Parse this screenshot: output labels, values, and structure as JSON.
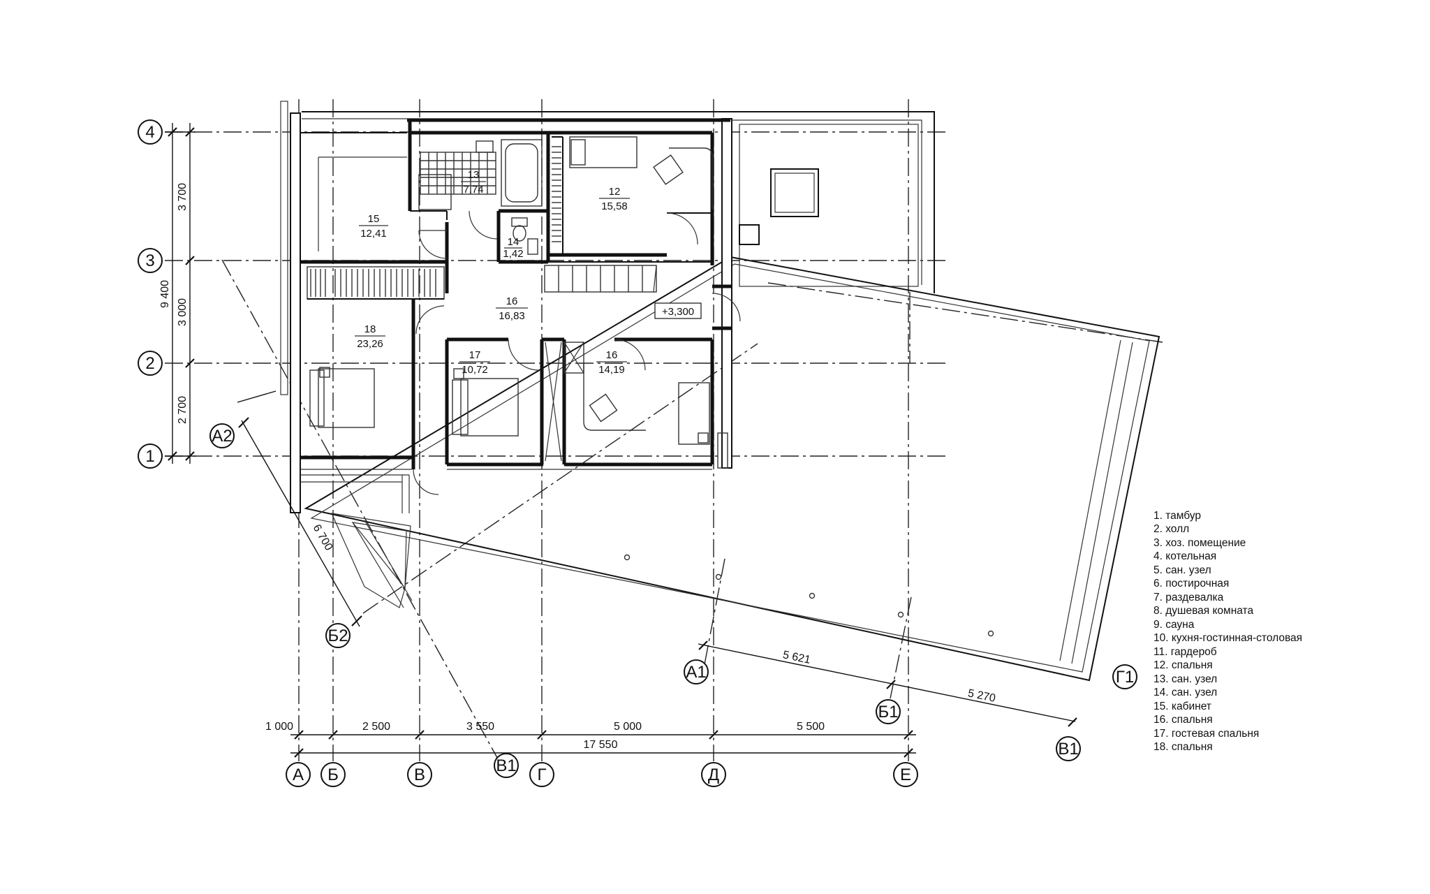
{
  "axes": {
    "rows": [
      {
        "label": "4"
      },
      {
        "label": "3"
      },
      {
        "label": "2"
      },
      {
        "label": "1"
      }
    ],
    "columns": [
      {
        "label": "А"
      },
      {
        "label": "Б"
      },
      {
        "label": "В"
      },
      {
        "label": "В1"
      },
      {
        "label": "Г"
      },
      {
        "label": "Д"
      },
      {
        "label": "Е"
      }
    ],
    "skewed": [
      {
        "label": "А2"
      },
      {
        "label": "Б2"
      },
      {
        "label": "А1"
      },
      {
        "label": "Б1"
      },
      {
        "label": "В1"
      },
      {
        "label": "Г1"
      }
    ]
  },
  "dimensions": {
    "vertical": {
      "d1": "3 700",
      "d2": "3 000",
      "d3": "2 700",
      "total": "9 400"
    },
    "horizontal": {
      "d1": "1 000",
      "d2": "2 500",
      "d3": "3 550",
      "d4": "5 000",
      "d5": "5 500",
      "total": "17 550"
    },
    "skewed": {
      "d_left": "6 700",
      "d1": "5 621",
      "d2": "5 270"
    }
  },
  "rooms": [
    {
      "number": "13",
      "area": "7,74"
    },
    {
      "number": "12",
      "area": "15,58"
    },
    {
      "number": "15",
      "area": "12,41"
    },
    {
      "number": "14",
      "area": "1,42"
    },
    {
      "number": "16",
      "area": "16,83"
    },
    {
      "number": "18",
      "area": "23,26"
    },
    {
      "number": "17",
      "area": "10,72"
    },
    {
      "number": "16",
      "area": "14,19"
    }
  ],
  "elevation": "+3,300",
  "legend": [
    "1. тамбур",
    "2. холл",
    "3. хоз. помещение",
    "4. котельная",
    "5. сан. узел",
    "6. постирочная",
    "7. раздевалка",
    "8. душевая комната",
    "9. сауна",
    "10. кухня-гостинная-столовая",
    "11. гардероб",
    "12. спальня",
    "13. сан. узел",
    "14. сан. узел",
    "15. кабинет",
    "16. спальня",
    "17. гостевая спальня",
    "18. спальня"
  ]
}
